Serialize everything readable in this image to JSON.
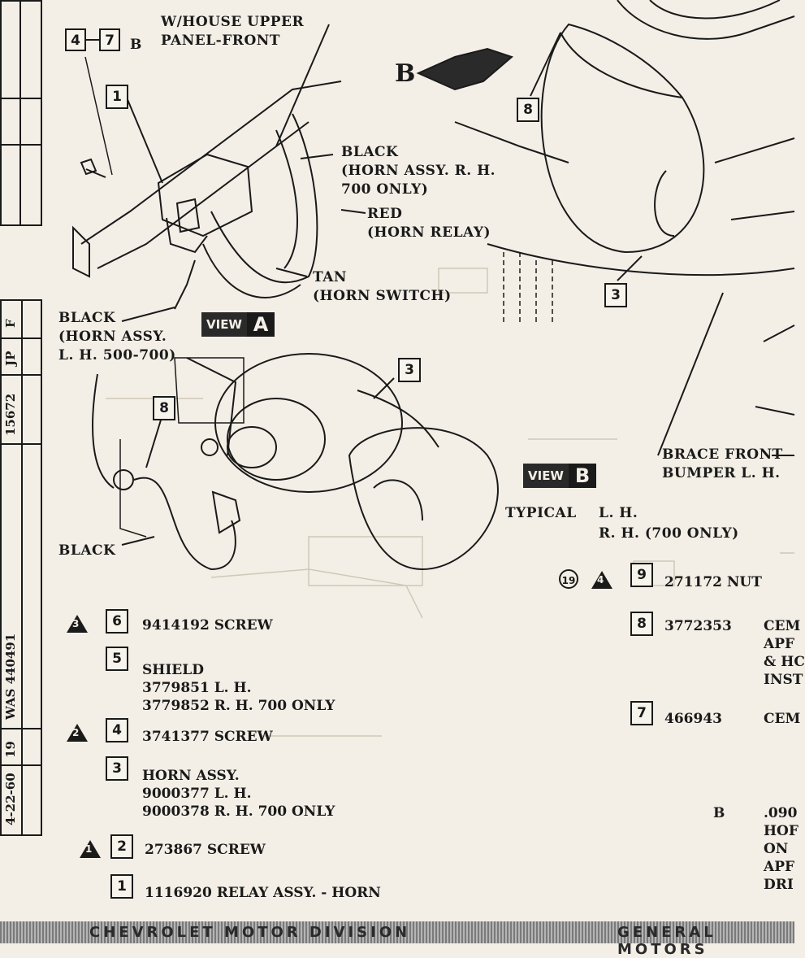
{
  "side_strip": {
    "revision_cells": [
      "4-22-60",
      "19",
      "WAS 440491",
      "15672",
      "JP",
      "F"
    ]
  },
  "callouts": {
    "top_house": [
      "W/HOUSE UPPER",
      "PANEL-FRONT"
    ],
    "black_rh": [
      "BLACK",
      "(HORN ASSY. R. H.",
      "700 ONLY)"
    ],
    "red": [
      "RED",
      "(HORN RELAY)"
    ],
    "tan": [
      "TAN",
      "(HORN SWITCH)"
    ],
    "black_lh": [
      "BLACK",
      "(HORN ASSY.",
      "L. H. 500-700)"
    ],
    "black_lower": "BLACK",
    "brace": [
      "BRACE FRONT",
      "BUMPER L. H."
    ],
    "typical": "TYPICAL",
    "typical_lh": "L. H.",
    "typical_rh": "R. H.  (700 ONLY)",
    "ref_b": "B",
    "ref_b_arrow": "B"
  },
  "views": {
    "view_label": "VIEW",
    "a": "A",
    "b": "B"
  },
  "box_numbers": {
    "four": "4",
    "seven": "7",
    "one": "1",
    "eight": "8",
    "three": "3",
    "eight_right": "8",
    "three_right": "3"
  },
  "parts_left": [
    {
      "num": "6",
      "tri": "3",
      "lines": [
        "9414192    SCREW"
      ]
    },
    {
      "num": "5",
      "tri": "",
      "lines": [
        "SHIELD",
        "3779851    L. H.",
        "3779852    R. H.  700 ONLY"
      ]
    },
    {
      "num": "4",
      "tri": "2",
      "lines": [
        "3741377    SCREW"
      ]
    },
    {
      "num": "3",
      "tri": "",
      "lines": [
        "HORN ASSY.",
        "9000377 L. H.",
        "9000378 R. H.  700 ONLY"
      ]
    },
    {
      "num": "2",
      "tri": "1",
      "lines": [
        "273867     SCREW"
      ]
    },
    {
      "num": "1",
      "tri": "",
      "lines": [
        "1116920 RELAY ASSY. - HORN"
      ]
    }
  ],
  "parts_right": {
    "circle_ref": "19",
    "tri_ref": "4",
    "row9_num": "9",
    "row9_text": "271172   NUT",
    "row8_num": "8",
    "row8_part": "3772353",
    "row8_desc": [
      "CEM",
      "APF",
      "& HC",
      "INST"
    ],
    "row7_num": "7",
    "row7_part": "466943",
    "row7_desc": "CEM",
    "rowb_ref": "B",
    "rowb_desc": [
      ".090",
      "HOF",
      "ON",
      "APF",
      "DRI"
    ]
  },
  "footer": {
    "left": "CHEVROLET  MOTOR  DIVISION",
    "right": "GENERAL  MOTORS"
  }
}
